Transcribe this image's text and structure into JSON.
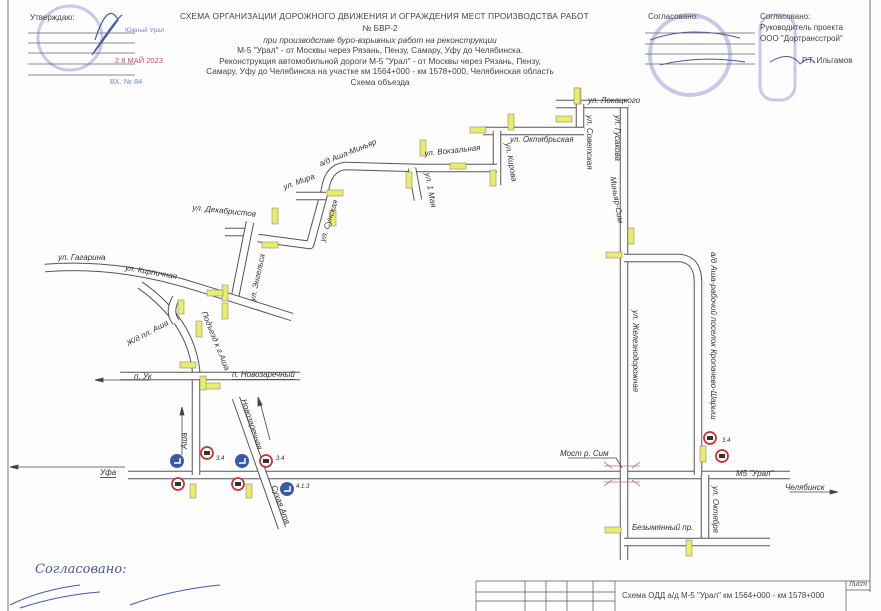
{
  "header": {
    "title_line1": "СХЕМА ОРГАНИЗАЦИИ ДОРОЖНОГО ДВИЖЕНИЯ И ОГРАЖДЕНИЯ МЕСТ ПРОИЗВОДСТВА РАБОТ",
    "title_line2": "№ БВР-2",
    "title_line3": "при производстве буро-взрывных работ на реконструкции",
    "title_line4": "М-5 \"Урал\" - от Москвы через Рязань, Пензу, Самару, Уфу до Челябинска.",
    "title_line5": "Реконструкция автомобильной дороги М-5 \"Урал\" - от Москвы через Рязань, Пензу,",
    "title_line6": "Самару, Уфу до Челябинска на участке км 1564+000 - км 1578+000, Челябинская область",
    "title_line7": "Схема объезда"
  },
  "approval_left": {
    "label": "Утверждаю:",
    "stamp_text": "Южный Урал",
    "stamp_date": "2 8 МАЙ 2023",
    "incoming": "ВХ. № 84"
  },
  "approval_mid": {
    "label": "Согласовано:"
  },
  "approval_right": {
    "label": "Согласовано:",
    "position": "Руководитель проекта",
    "company": "ООО \"Дортрансстрой\"",
    "name": "Р.Т. Ильгамов"
  },
  "approval_bottom": {
    "label": "Согласовано:"
  },
  "streets": {
    "lokatskogo": "ул. Локацкого",
    "sovetskaya": "ул. Советская",
    "gusakova": "ул. Гусакова",
    "oktyabrskaya": "ул. Октябрьская",
    "kirova": "ул. Кирова",
    "vokzalnaya": "ул. Вокзальная",
    "maya": "ул. 1 Мая",
    "asha_minyar": "а/д Аша-Миньяр",
    "mira": "ул. Мира",
    "sunskaya": "ул. Сунская",
    "dekabristov": "ул. Декабристов",
    "engelsa": "ул. Энгельса",
    "gagarina": "ул. Гагарина",
    "kirpichnaya": "ул. Кирпичная",
    "podezd": "Подъезд к г.Аша",
    "zhd": "Ж/д пл. Ашa",
    "uk": "п. Ук",
    "novozarechny": "п. Новозаречный",
    "novozarechnaya": "Новозаречная",
    "asha": "Аша",
    "ufa": "Уфа",
    "sukhaya_atya": "Сухая Атя",
    "most": "Мост р. Сим",
    "m5": "М5 \"Урал\"",
    "chelyabinsk": "Челябинск",
    "bezymyanny": "Безымянный пр.",
    "oktyabrya": "ул. Октября",
    "zheleznodorozhnaya": "ул. Железнодорожная",
    "minyar_sim": "Миньяр-Сим",
    "kropachevo": "а/д Аша-рабочий поселок Кропачево-Шарыш"
  },
  "signs": {
    "no_trucks": "3.4",
    "turn": "4.1.3"
  },
  "title_block": {
    "caption": "Схема ОДД а/д М-5 \"Урал\" км 1564+000 - км 1578+000",
    "sheet_label": "Лист"
  },
  "colors": {
    "sign_yellow": "#e8ee6a",
    "sign_red": "#c8323c",
    "sign_blue": "#3a5aa8",
    "stamp_blue": "#5a6cc0"
  }
}
